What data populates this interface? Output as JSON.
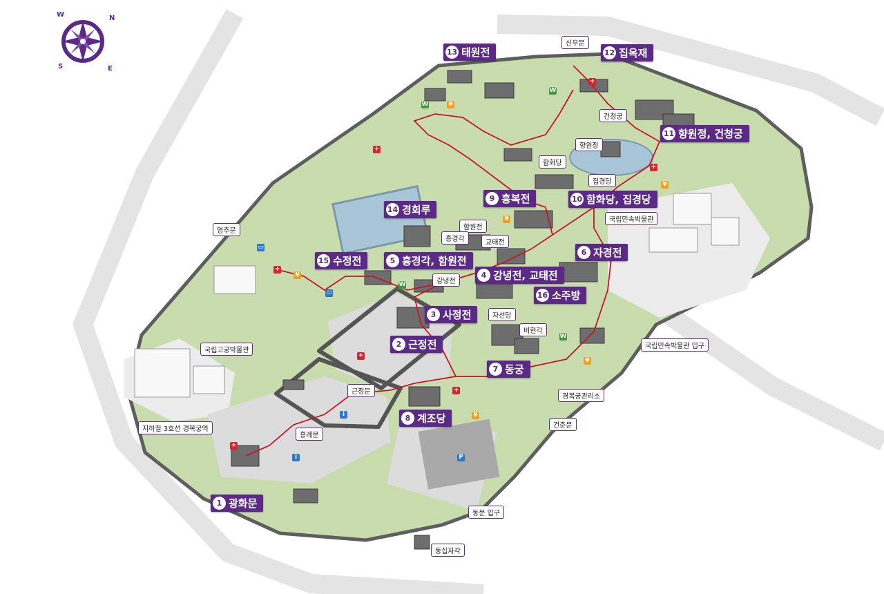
{
  "compass": {
    "letters": [
      "W",
      "N",
      "S",
      "E"
    ]
  },
  "places": [
    {
      "num": "1",
      "name": "광화문"
    },
    {
      "num": "2",
      "name": "근정전"
    },
    {
      "num": "3",
      "name": "사정전"
    },
    {
      "num": "4",
      "name": "강녕전, 교태전"
    },
    {
      "num": "5",
      "name": "흥경각, 함원전"
    },
    {
      "num": "6",
      "name": "자경전"
    },
    {
      "num": "7",
      "name": "동궁"
    },
    {
      "num": "8",
      "name": "계조당"
    },
    {
      "num": "9",
      "name": "흥복전"
    },
    {
      "num": "10",
      "name": "함화당, 집경당"
    },
    {
      "num": "11",
      "name": "향원정, 건청궁"
    },
    {
      "num": "12",
      "name": "집옥재"
    },
    {
      "num": "13",
      "name": "태원전"
    },
    {
      "num": "14",
      "name": "경회루"
    },
    {
      "num": "15",
      "name": "수정전"
    },
    {
      "num": "16",
      "name": "소주방"
    }
  ],
  "tags": [
    "신무문",
    "건청궁",
    "향원정",
    "함화당",
    "집경당",
    "영추문",
    "국립민속박물관",
    "함원전",
    "흥경각",
    "교태전",
    "강녕전",
    "자선당",
    "비현각",
    "국립고궁박물관",
    "근정문",
    "흥례문",
    "지하철 3호선 경복궁역",
    "경복궁관리소",
    "건춘문",
    "동문 입구",
    "동십자각",
    "국립민속박물관 입구"
  ],
  "colors": {
    "accent": "#5b2a86",
    "route": "#c4162a",
    "lawn": "#c8dcae",
    "wall": "#5e5e5e"
  }
}
